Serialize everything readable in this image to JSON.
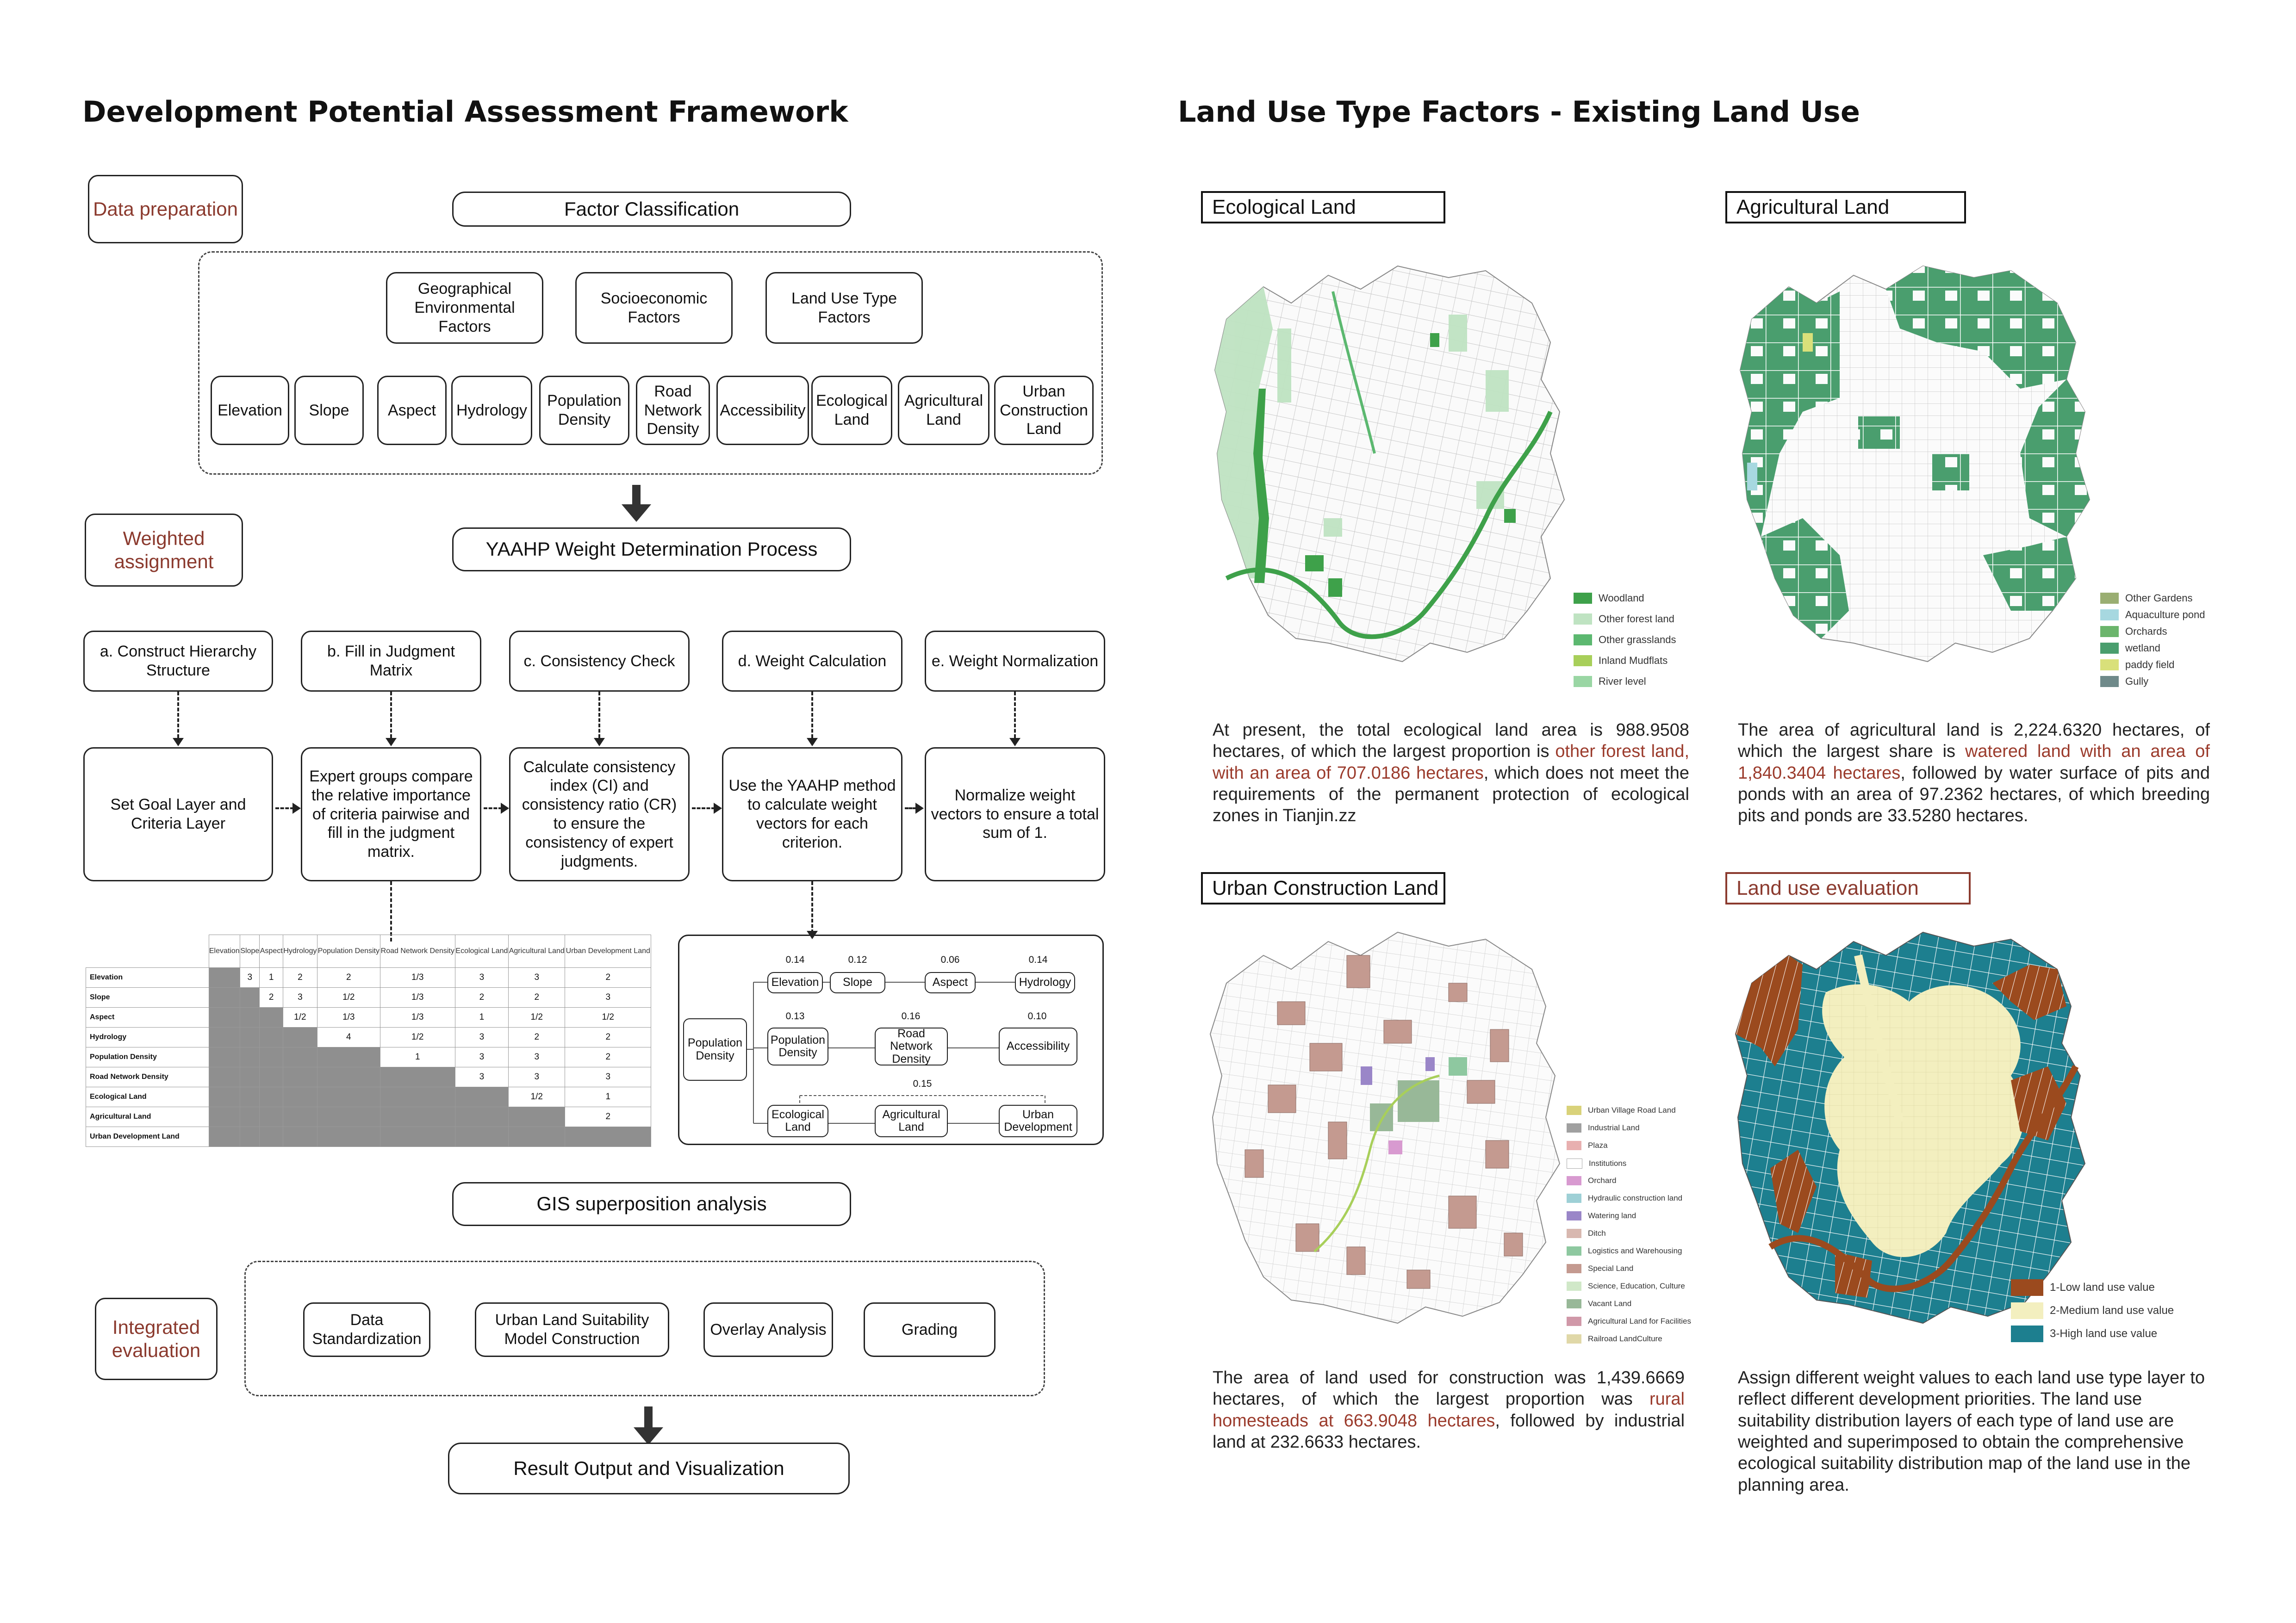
{
  "left": {
    "title": "Development Potential Assessment Framework",
    "stages": {
      "data_preparation": "Data preparation",
      "weighted_assignment": "Weighted assignment",
      "integrated_evaluation": "Integrated evaluation"
    },
    "factor_classification": "Factor Classification",
    "categories": [
      "Geographical Environmental Factors",
      "Socioeconomic Factors",
      "Land Use Type Factors"
    ],
    "factors": [
      "Elevation",
      "Slope",
      "Aspect",
      "Hydrology",
      "Population Density",
      "Road Network Density",
      "Accessibility",
      "Ecological Land",
      "Agricultural Land",
      "Urban Construction Land"
    ],
    "yaahp": "YAAHP Weight Determination Process",
    "steps": [
      {
        "head": "a. Construct Hierarchy Structure",
        "body": "Set Goal Layer and Criteria Layer"
      },
      {
        "head": "b. Fill in Judgment Matrix",
        "body": "Expert groups compare the relative importance of criteria pairwise and fill in the judgment matrix."
      },
      {
        "head": "c. Consistency Check",
        "body": "Calculate consistency index (CI) and consistency ratio (CR) to ensure the consistency of expert judgments."
      },
      {
        "head": "d. Weight Calculation",
        "body": "Use the YAAHP method to calculate weight vectors for each criterion."
      },
      {
        "head": "e. Weight Normalization",
        "body": "Normalize weight vectors to ensure a total sum of 1."
      }
    ],
    "matrix": {
      "cols": [
        "Elevation",
        "Slope",
        "Aspect",
        "Hydrology",
        "Population Density",
        "Road Network Density",
        "Ecological Land",
        "Agricultural Land",
        "Urban Development Land"
      ],
      "rows": [
        {
          "name": "Elevation",
          "vals": [
            "",
            "3",
            "1",
            "2",
            "2",
            "1/3",
            "3",
            "3",
            "2"
          ]
        },
        {
          "name": "Slope",
          "vals": [
            "",
            "",
            "2",
            "3",
            "1/2",
            "1/3",
            "2",
            "2",
            "3"
          ]
        },
        {
          "name": "Aspect",
          "vals": [
            "",
            "",
            "",
            "1/2",
            "1/3",
            "1/3",
            "1",
            "1/2",
            "1/2"
          ]
        },
        {
          "name": "Hydrology",
          "vals": [
            "",
            "",
            "",
            "",
            "4",
            "1/2",
            "3",
            "2",
            "2"
          ]
        },
        {
          "name": "Population Density",
          "vals": [
            "",
            "",
            "",
            "",
            "",
            "1",
            "3",
            "3",
            "2"
          ]
        },
        {
          "name": "Road Network Density",
          "vals": [
            "",
            "",
            "",
            "",
            "",
            "",
            "3",
            "3",
            "3"
          ]
        },
        {
          "name": "Ecological Land",
          "vals": [
            "",
            "",
            "",
            "",
            "",
            "",
            "",
            "1/2",
            "1"
          ]
        },
        {
          "name": "Agricultural Land",
          "vals": [
            "",
            "",
            "",
            "",
            "",
            "",
            "",
            "",
            "2"
          ]
        },
        {
          "name": "Urban Development Land",
          "vals": [
            "",
            "",
            "",
            "",
            "",
            "",
            "",
            "",
            ""
          ]
        }
      ]
    },
    "hierarchy": {
      "root": "Population Density",
      "row1": [
        {
          "label": "Elevation",
          "w": "0.14"
        },
        {
          "label": "Slope",
          "w": "0.12"
        },
        {
          "label": "Aspect",
          "w": "0.06"
        },
        {
          "label": "Hydrology",
          "w": "0.14"
        }
      ],
      "row2": [
        {
          "label": "Population Density",
          "w": "0.13"
        },
        {
          "label": "Road Network Density",
          "w": "0.16"
        },
        {
          "label": "Accessibility",
          "w": "0.10"
        }
      ],
      "row3_weight": "0.15",
      "row3": [
        "Ecological Land",
        "Agricultural Land",
        "Urban Development"
      ]
    },
    "gis": "GIS superposition analysis",
    "integrated": [
      "Data Standardization",
      "Urban Land Suitability Model Construction",
      "Overlay Analysis",
      "Grading"
    ],
    "result": "Result Output and Visualization"
  },
  "right": {
    "title": "Land Use Type Factors - Existing Land Use",
    "maps": {
      "ecological": {
        "label": "Ecological Land",
        "legend": [
          {
            "name": "Woodland",
            "color": "#3ea14a"
          },
          {
            "name": "Other forest land",
            "color": "#bfe3c2"
          },
          {
            "name": "Other grasslands",
            "color": "#5cb870"
          },
          {
            "name": "Inland Mudflats",
            "color": "#a8cf5a"
          },
          {
            "name": "River level",
            "color": "#9ad6a4"
          }
        ],
        "text_a": "At present, the total ecological land area is 988.9508 hectares, of which the largest proportion is ",
        "text_hl": "other forest land, with an area of 707.0186 hectares",
        "text_b": ", which does not meet the requirements of the permanent protection of ecological zones in Tianjin.zz"
      },
      "agricultural": {
        "label": "Agricultural Land",
        "legend": [
          {
            "name": "Other Gardens",
            "color": "#9aae72"
          },
          {
            "name": "Aquaculture pond",
            "color": "#a7d8e0"
          },
          {
            "name": "Orchards",
            "color": "#6bb56c"
          },
          {
            "name": "wetland",
            "color": "#4a9e6e"
          },
          {
            "name": "paddy field",
            "color": "#d9e07a"
          },
          {
            "name": "Gully",
            "color": "#6f8a8a"
          }
        ],
        "text_a": "The area of agricultural land is 2,224.6320 hectares, of which the largest share is ",
        "text_hl": "watered land with an area of 1,840.3404 hectares",
        "text_b": ", followed by water surface of pits and ponds with an area of 97.2362 hectares, of which breeding pits and ponds are 33.5280 hectares."
      },
      "urban": {
        "label": "Urban Construction Land",
        "legend": [
          {
            "name": "Urban Village Road Land",
            "color": "#d9d27a"
          },
          {
            "name": "Industrial Land",
            "color": "#a0a0a0"
          },
          {
            "name": "Plaza",
            "color": "#e8b0b0"
          },
          {
            "name": "Institutions",
            "color": "#ffffff"
          },
          {
            "name": "Orchard",
            "color": "#d89ad0"
          },
          {
            "name": "Hydraulic construction land",
            "color": "#9ed0d6"
          },
          {
            "name": "Watering land",
            "color": "#9a86c8"
          },
          {
            "name": "Ditch",
            "color": "#d8b8b0"
          },
          {
            "name": "Logistics and Warehousing",
            "color": "#8ec8a0"
          },
          {
            "name": "Special Land",
            "color": "#c49a90"
          },
          {
            "name": "Science, Education, Culture",
            "color": "#d0e8c8"
          },
          {
            "name": "Vacant Land",
            "color": "#98b898"
          },
          {
            "name": "Agricultural Land for Facilities",
            "color": "#d098a8"
          },
          {
            "name": "Railroad LandCulture",
            "color": "#e0d8a8"
          }
        ],
        "text_a": "The area of land used for construction was 1,439.6669 hectares, of which the largest proportion was ",
        "text_hl": "rural homesteads at 663.9048 hectares",
        "text_b": ", followed by industrial land at 232.6633 hectares."
      },
      "evaluation": {
        "label": "Land use evaluation",
        "legend": [
          {
            "name": "1-Low land use value",
            "color": "#9b4a1e"
          },
          {
            "name": "2-Medium land use value",
            "color": "#f3efbf"
          },
          {
            "name": "3-High land use value",
            "color": "#1d7f8f"
          }
        ],
        "text": "Assign different weight values to each land use type layer to reflect different development priorities. The land use suitability distribution layers of each type of land use are weighted and superimposed to obtain the comprehensive ecological suitability distribution map of the land use in the planning area."
      }
    }
  }
}
